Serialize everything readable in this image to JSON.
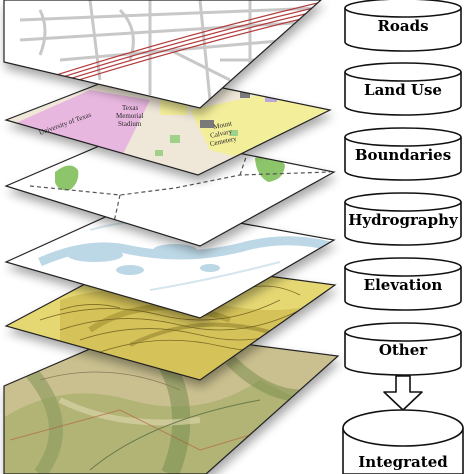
{
  "layers": [
    {
      "id": "roads",
      "label": "Roads"
    },
    {
      "id": "land_use",
      "label": "Land Use"
    },
    {
      "id": "boundaries",
      "label": "Boundaries"
    },
    {
      "id": "hydrography",
      "label": "Hydrography"
    },
    {
      "id": "elevation",
      "label": "Elevation"
    },
    {
      "id": "other",
      "label": "Other"
    }
  ],
  "result": {
    "label": "Integrated"
  },
  "map_labels": {
    "university": "University of Texas",
    "memorial_line1": "Texas",
    "memorial_line2": "Memorial",
    "memorial_line3": "Stadium",
    "cemetery_line1": "Mount",
    "cemetery_line2": "Calvary",
    "cemetery_line3": "Cemetery"
  },
  "colors": {
    "land_use_pink": "#e8b7e0",
    "land_use_yellow": "#f3ee9a",
    "boundary_green": "#8cc56a",
    "water_blue": "#bcd7e6",
    "elevation_yellow": "#d8c857",
    "terrain_green": "#8a9a5b",
    "road_red": "#b33a3a"
  }
}
